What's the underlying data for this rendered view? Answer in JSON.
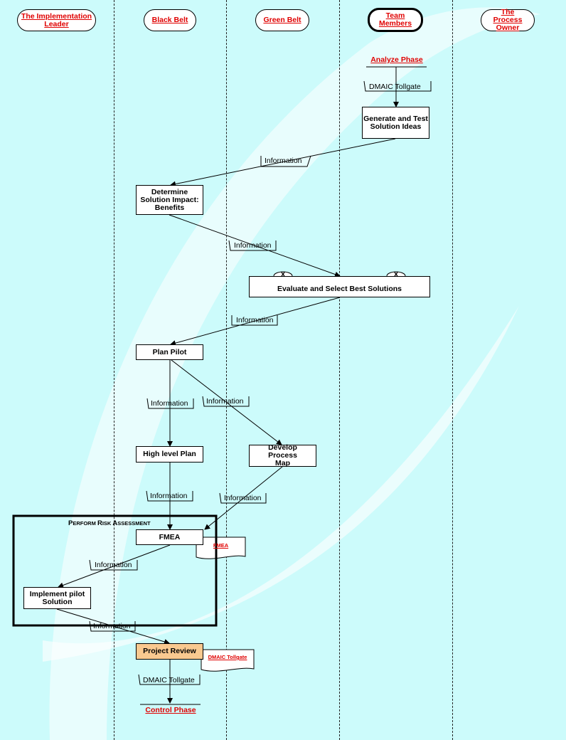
{
  "lanes": [
    {
      "label": "The Implementation Leader"
    },
    {
      "label": "Black Belt"
    },
    {
      "label": "Green Belt"
    },
    {
      "label": "Team Members"
    },
    {
      "label": "The Process Owner"
    }
  ],
  "terminals": {
    "start": "Analyze Phase",
    "end": "Control Phase"
  },
  "steps": {
    "generate": "Generate and Test Solution Ideas",
    "determine": "Determine Solution Impact: Benefits",
    "evaluate": "Evaluate and Select Best Solutions",
    "plan_pilot": "Plan Pilot",
    "high_level_plan": "High level Plan",
    "develop_map": "Develop Process Map",
    "fmea": "FMEA",
    "implement": "Implement pilot Solution",
    "project_review": "Project Review"
  },
  "group": {
    "title_cap1": "P",
    "title_rest1": "ERFORM ",
    "title_cap2": "R",
    "title_rest2": "ISK ",
    "title_cap3": "A",
    "title_rest3": "SSESSMENT"
  },
  "labels": {
    "tollgate": "DMAIC Tollgate",
    "information": "Information",
    "gateway_mark": "X"
  },
  "documents": {
    "fmea": "FMEA",
    "tollgate": "DMAIC Tollgate"
  },
  "colors": {
    "background": "#ccfbfb",
    "link_red": "#e00000",
    "review_fill": "#f9c990"
  }
}
